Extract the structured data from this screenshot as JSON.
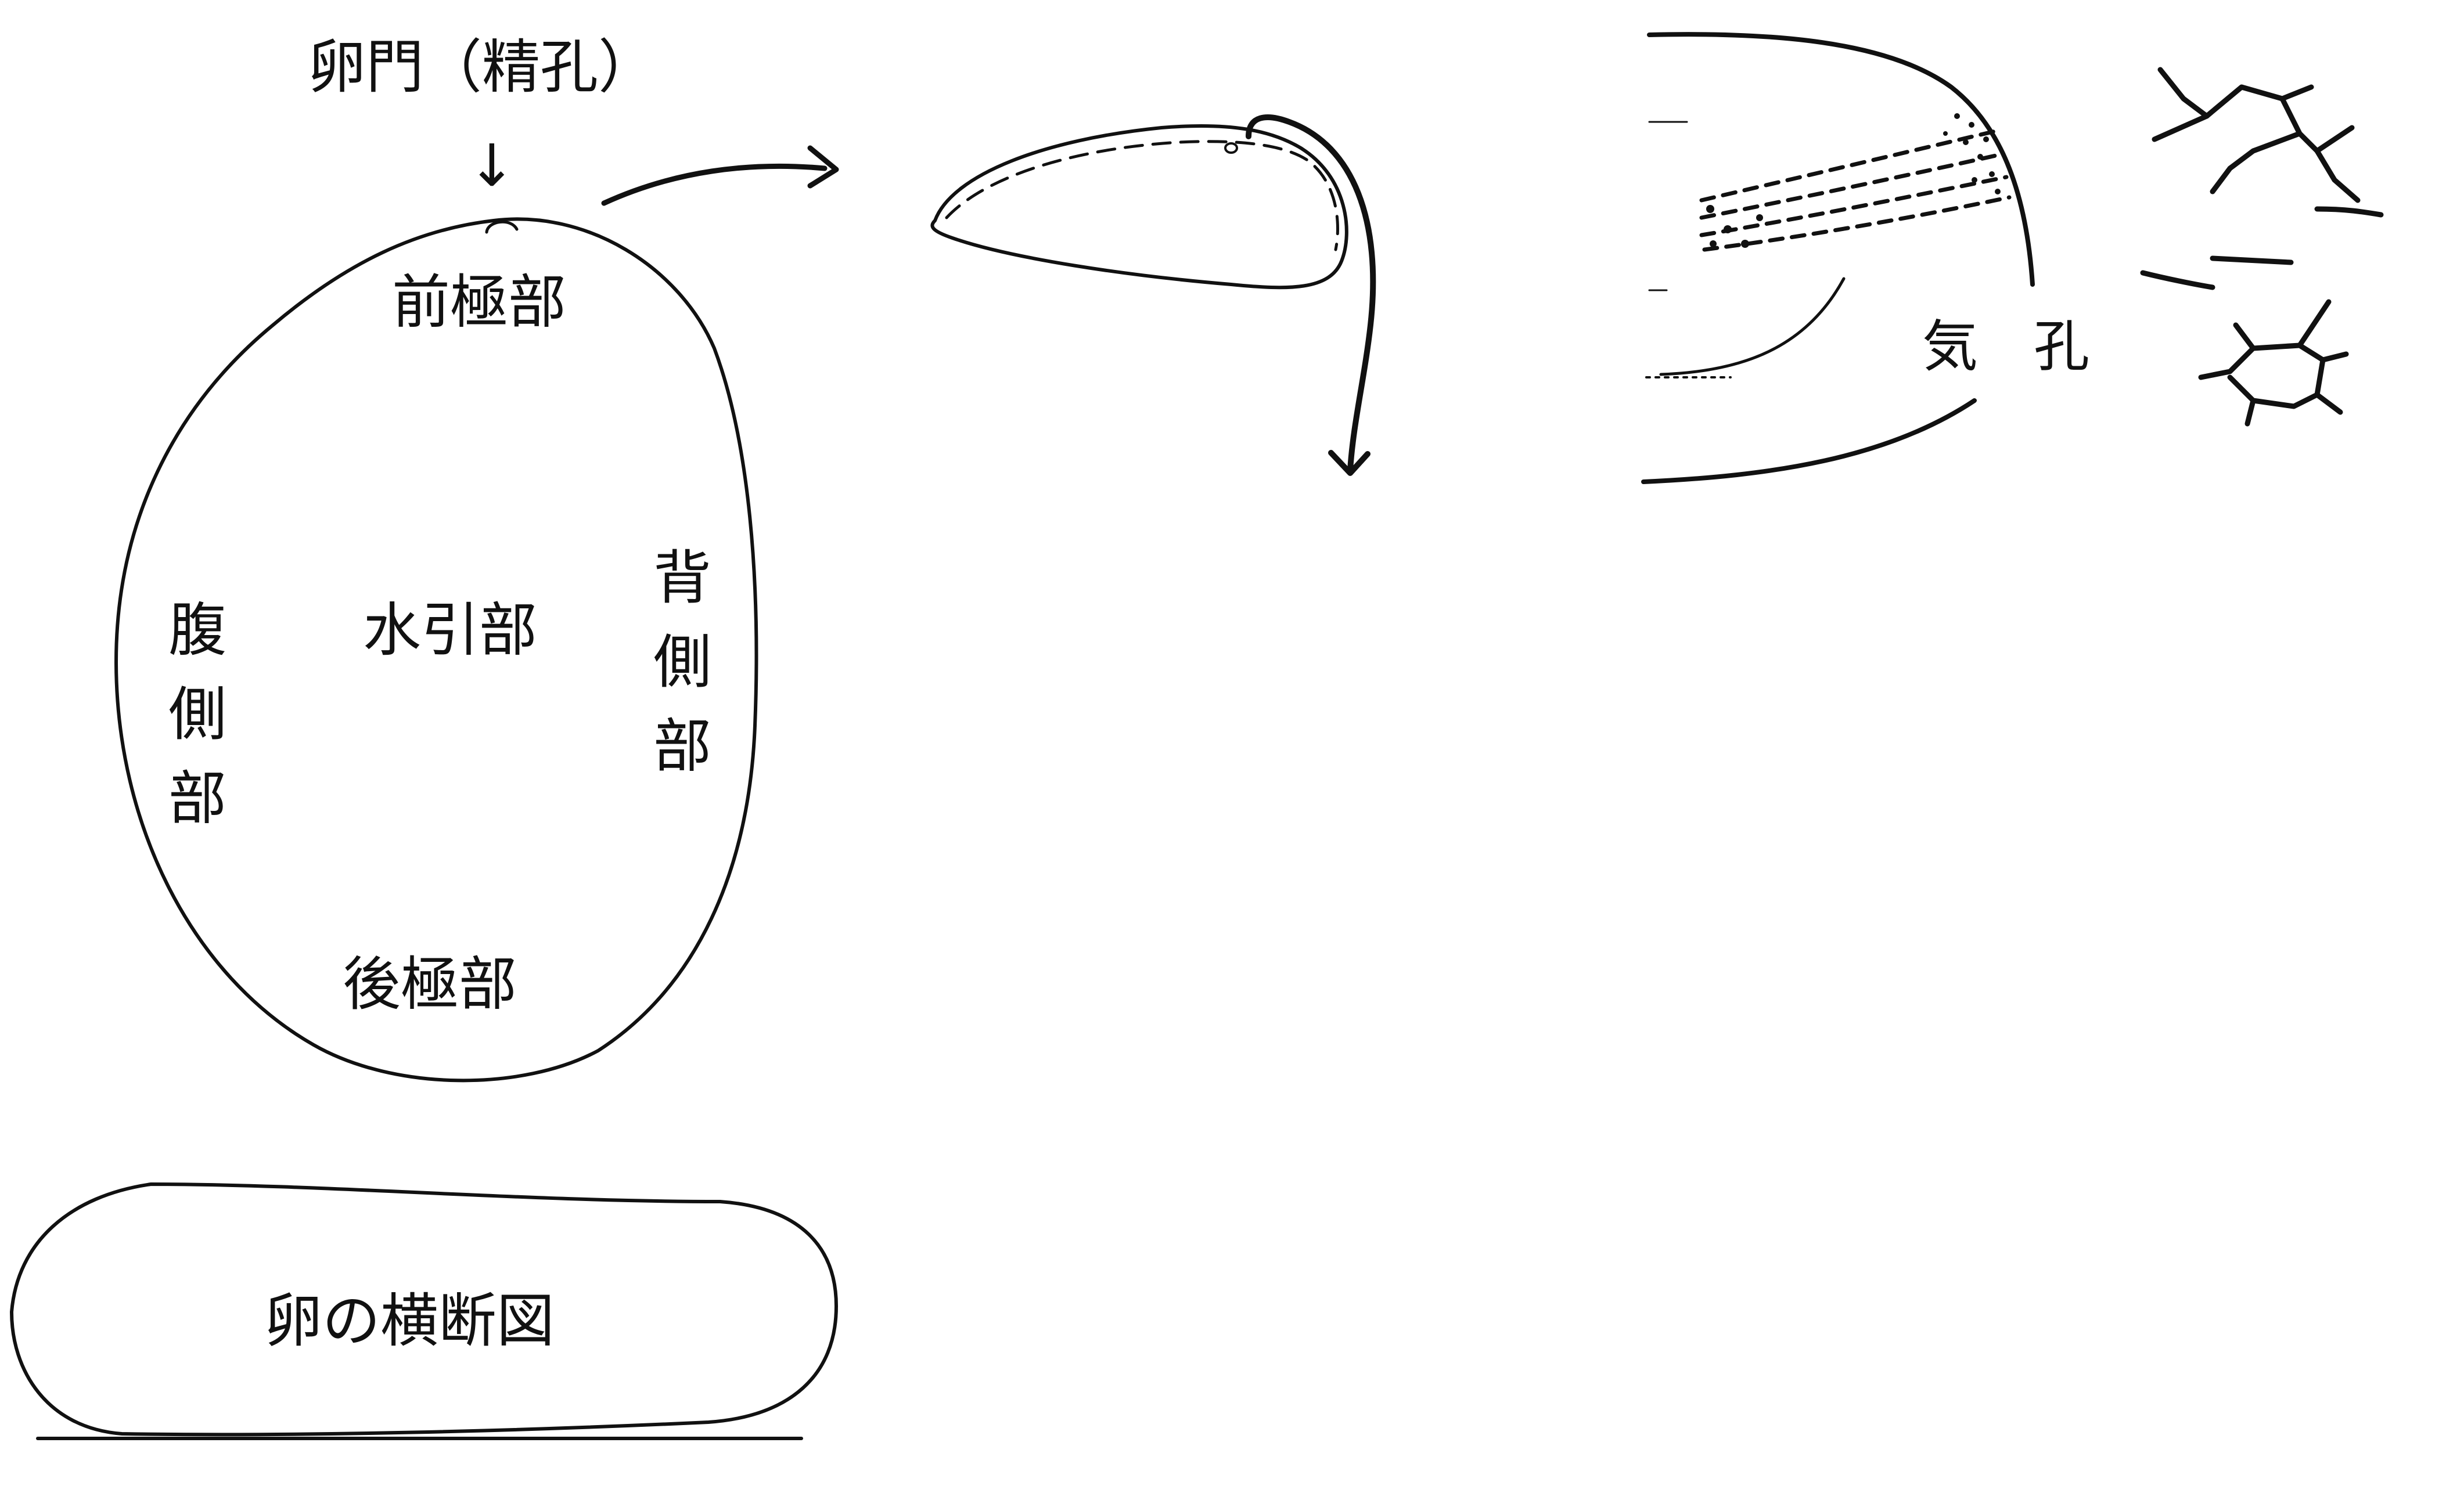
{
  "labels": {
    "micropyle": "卵門（精孔）",
    "micropyle_arrow": "↓",
    "anterior_pole": "前極部",
    "posterior_pole": "後極部",
    "ventral_side": [
      "腹",
      "側",
      "部"
    ],
    "dorsal_side": [
      "背",
      "側",
      "部"
    ],
    "water_drawing": "水引部",
    "cross_section": "卵の横断図",
    "aeropyle": "気　孔"
  },
  "colors": {
    "ink": "#111111",
    "background": "#ffffff"
  }
}
